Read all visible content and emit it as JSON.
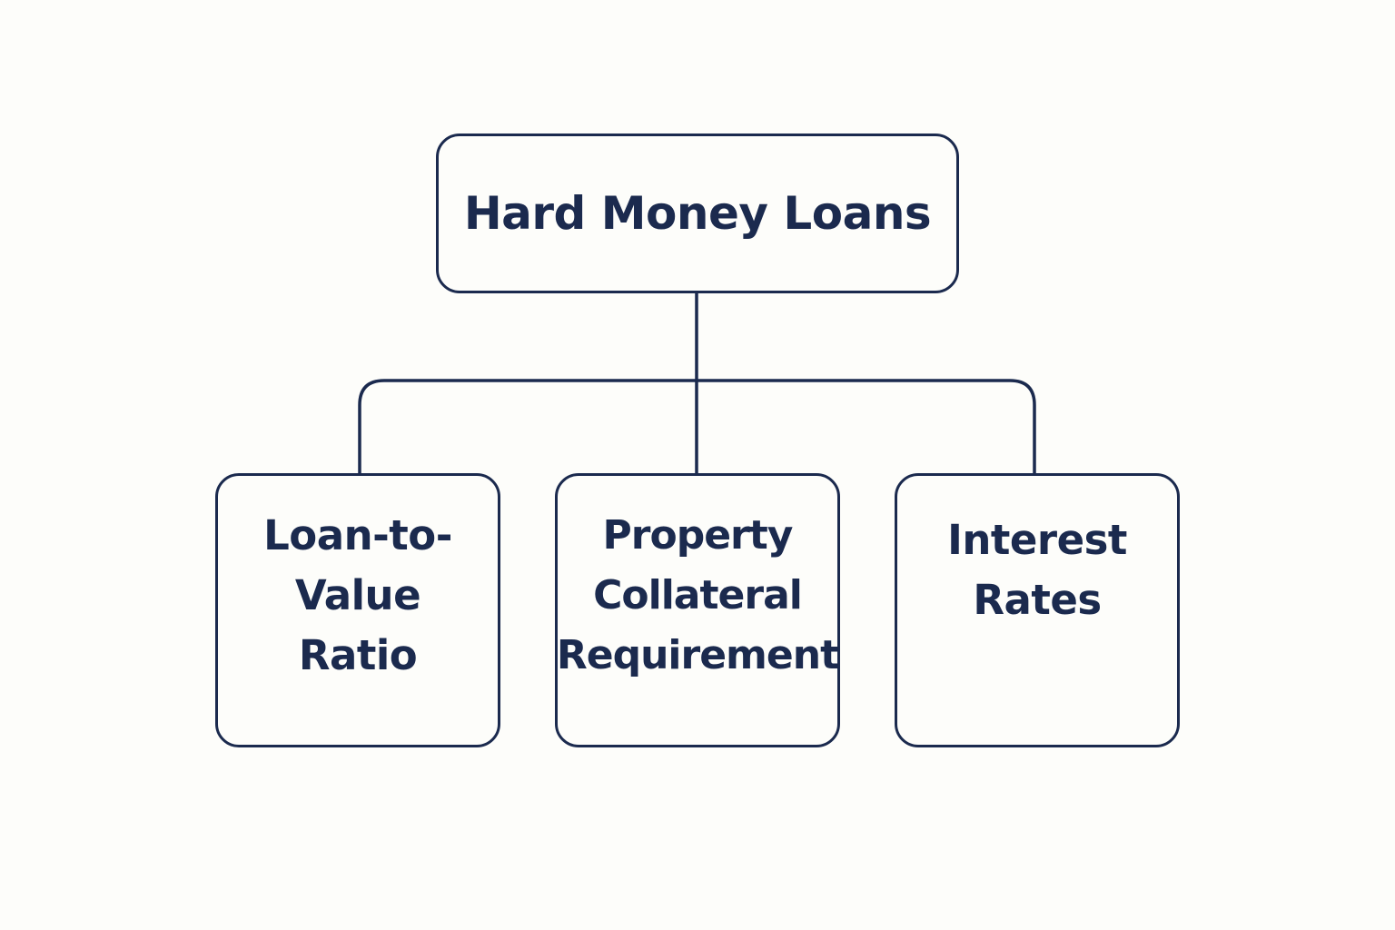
{
  "diagram": {
    "root": {
      "label": "Hard Money Loans"
    },
    "children": [
      {
        "lines": [
          "Loan-to-",
          "Value",
          "Ratio"
        ]
      },
      {
        "lines": [
          "Property",
          "Collateral",
          "Requirement"
        ]
      },
      {
        "lines": [
          "Interest",
          "Rates"
        ]
      }
    ],
    "colors": {
      "stroke": "#1b2a4e",
      "text": "#1b2a4e",
      "background": "#fdfdfa"
    }
  }
}
